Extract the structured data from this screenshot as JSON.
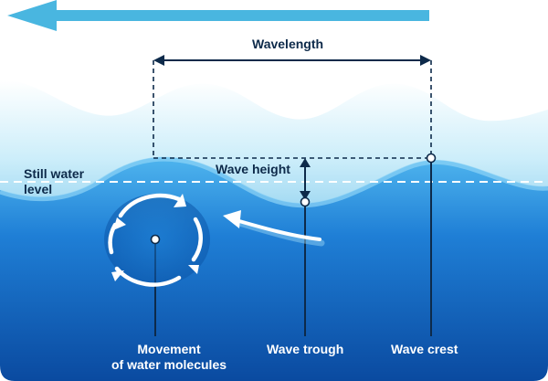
{
  "labels": {
    "wavelength": "Wavelength",
    "wave_height": "Wave height",
    "still_water_line1": "Still water",
    "still_water_line2": "level",
    "molecules_line1": "Movement",
    "molecules_line2": "of water molecules",
    "wave_trough": "Wave trough",
    "wave_crest": "Wave crest"
  },
  "colors": {
    "sky_top": "#ffffff",
    "wave_light": "#bfe6f7",
    "water_top": "#3ea6e8",
    "water_deep": "#0a4fa8",
    "direction_arrow": "#49b6e0",
    "annotation_dark": "#0d2a4a",
    "label_white": "#ffffff"
  },
  "direction_arrow_icon": "left-arrow-icon",
  "circulation_icon": "circular-arrows-icon"
}
